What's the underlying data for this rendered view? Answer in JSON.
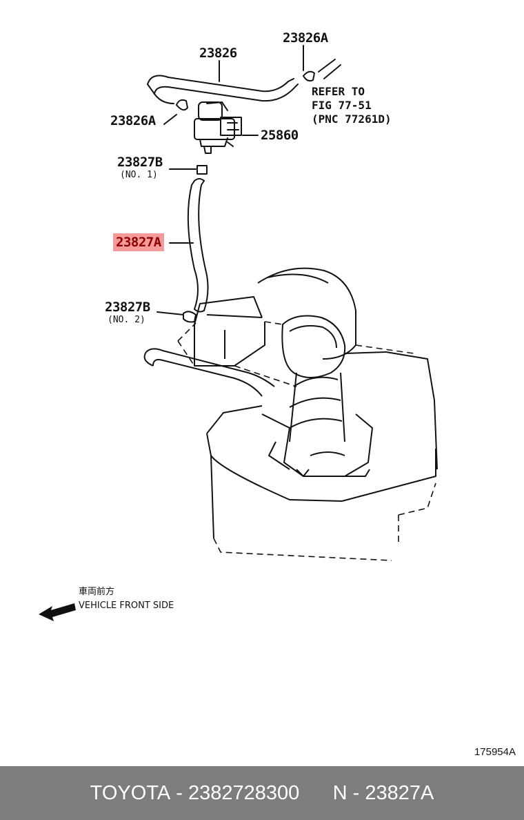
{
  "callouts": {
    "hose_23826": "23826",
    "clamp_top": "23826A",
    "clamp_left": "23826A",
    "valve": "25860",
    "clip_no1": "23827B",
    "clip_no1_note": "(NO. 1)",
    "hose_highlight": "23827A",
    "clip_no2": "23827B",
    "clip_no2_note": "(NO. 2)"
  },
  "reference": {
    "line1": "REFER TO",
    "line2": "FIG 77-51",
    "line3": "(PNC 77261D)"
  },
  "direction": {
    "japanese": "車両前方",
    "english": "VEHICLE FRONT SIDE",
    "icon": "arrow-left-icon"
  },
  "diagram_id": "175954A",
  "footer": {
    "brand": "TOYOTA",
    "part_number": "2382728300",
    "part_code": "N - 23827A",
    "separator": " - "
  },
  "colors": {
    "highlight": "#f59a9a",
    "footer_bg": "#7d7d7d",
    "line": "#111111"
  }
}
